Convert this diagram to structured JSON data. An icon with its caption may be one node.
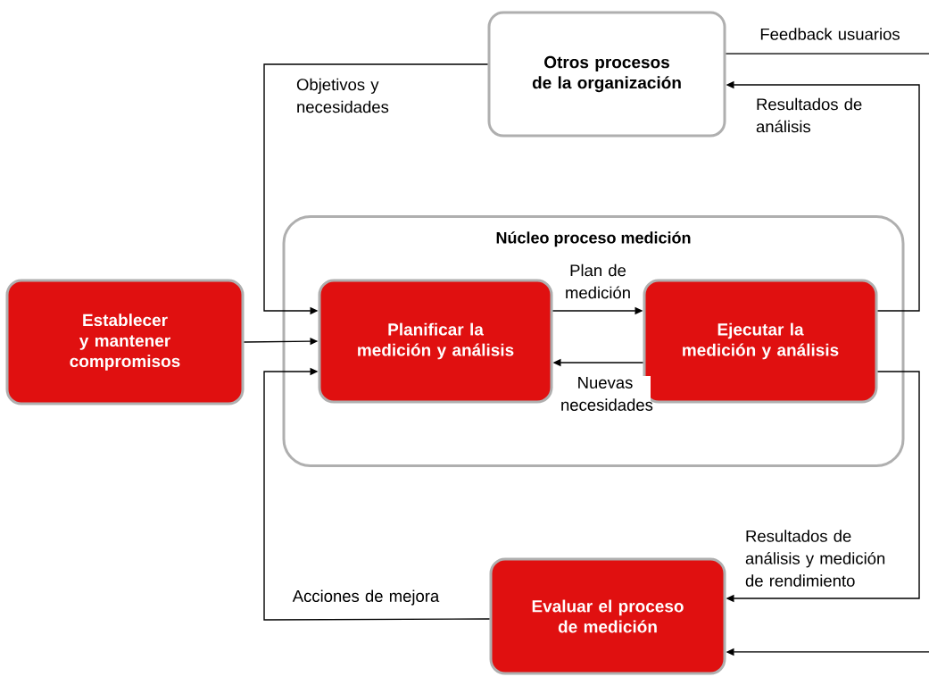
{
  "diagram": {
    "nodes": [
      {
        "text": [
          "Otros procesos de la organización"
        ]
      },
      {
        "text": [
          "Núcleo proceso medición"
        ]
      },
      {
        "text": [
          "Establecer y mantener compromisos"
        ]
      },
      {
        "text": [
          "Planificar la medición y análisis"
        ],
        "in": 1
      },
      {
        "text": [
          "Ejecutar la medición y análisis"
        ],
        "in": 1
      },
      {
        "text": [
          "Evaluar el proceso de medición"
        ]
      }
    ],
    "edges": [
      {
        "from": 0,
        "to": 3,
        "arrow": "to",
        "label": "Objetivos y necesidades"
      },
      {
        "from": 0,
        "to": null,
        "arrow": "none",
        "label": "Feedback usuarios"
      },
      {
        "from": 4,
        "to": 0,
        "arrow": "to",
        "label": "Resultados de análisis"
      },
      {
        "from": 2,
        "to": 3,
        "arrow": "to"
      },
      {
        "from": 3,
        "to": 4,
        "arrow": "to",
        "label": "Plan de medición"
      },
      {
        "from": 4,
        "to": 3,
        "arrow": "to",
        "label": "Nuevas necesidades"
      },
      {
        "from": 4,
        "to": 5,
        "arrow": "to",
        "label": "Resultados de análisis y medición de rendimiento"
      },
      {
        "from": null,
        "to": 5,
        "arrow": "to"
      },
      {
        "from": 5,
        "to": 3,
        "arrow": "to",
        "label": "Acciones de mejora"
      }
    ]
  }
}
